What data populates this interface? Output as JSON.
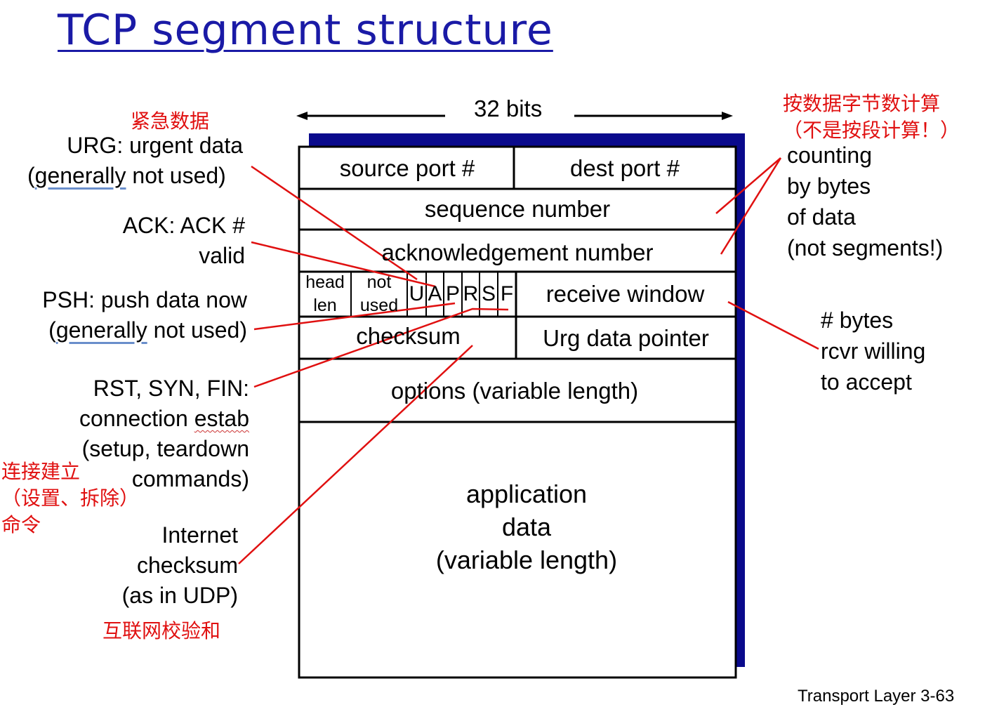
{
  "title": "TCP segment structure",
  "width_label": "32 bits",
  "fields": {
    "source_port": "source port #",
    "dest_port": "dest port #",
    "sequence_number": "sequence number",
    "ack_number": "acknowledgement number",
    "head": "head",
    "len": "len",
    "not": "not",
    "used": "used",
    "flag_u": "U",
    "flag_a": "A",
    "flag_p": "P",
    "flag_r": "R",
    "flag_s": "S",
    "flag_f": "F",
    "receive_window": "receive window",
    "checksum": "checksum",
    "urg_pointer": "Urg data pointer",
    "options": "options (variable length)",
    "app_data_1": "application",
    "app_data_2": "data",
    "app_data_3": "(variable length)"
  },
  "annotations": {
    "urg_cn": "紧急数据",
    "urg_1": "URG: urgent data",
    "urg_2a": "(",
    "urg_2b": "generally",
    "urg_2c": " not used)",
    "ack_1": "ACK: ACK #",
    "ack_2": "valid",
    "psh_1": "PSH: push data now",
    "psh_2a": "(",
    "psh_2b": "generally",
    "psh_2c": " not used)",
    "rst_1": "RST, SYN, FIN:",
    "rst_2a": "connection ",
    "rst_2b": "estab",
    "rst_3": "(setup, teardown",
    "rst_4": "commands)",
    "rst_cn_1": "连接建立",
    "rst_cn_2": "（设置、拆除）",
    "rst_cn_3": "命令",
    "cs_1": "Internet",
    "cs_2": "checksum",
    "cs_3": "(as in UDP)",
    "cs_cn": "互联网校验和",
    "count_cn_1": "按数据字节数计算",
    "count_cn_2": "（不是按段计算！）",
    "count_1": "counting",
    "count_2": "by bytes",
    "count_3": "of data",
    "count_4": "(not segments!)",
    "rwnd_1": "# bytes",
    "rwnd_2": "rcvr willing",
    "rwnd_3": "to accept"
  },
  "footer": "Transport Layer 3-63",
  "colors": {
    "title": "#1a1aa6",
    "annotation_cn": "#e01010",
    "pointer_line": "#e01010",
    "shadow": "#0a0a8c"
  }
}
